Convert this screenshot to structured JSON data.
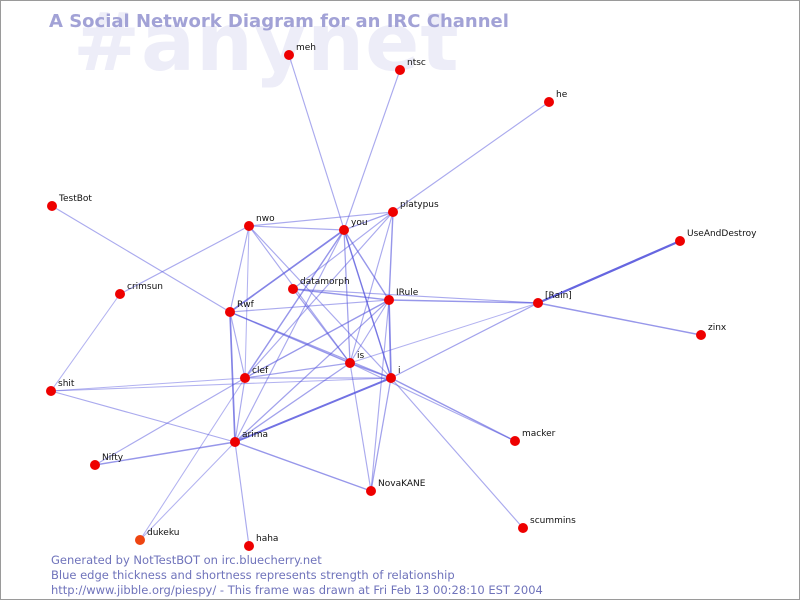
{
  "watermark": "#anynet",
  "title": "A Social Network Diagram for an IRC Channel",
  "footer": {
    "line1": "Generated by NotTestBOT on irc.bluecherry.net",
    "line2": "Blue edge thickness and shortness represents strength of relationship",
    "line3": "http://www.jibble.org/piespy/ - This frame was drawn at Fri Feb 13 00:28:10 EST 2004"
  },
  "colors": {
    "node": "#ee0000",
    "node_alt": "#ee4411",
    "edge": "#5555dd"
  },
  "nodes": [
    {
      "id": "meh",
      "label": "meh"
    },
    {
      "id": "ntsc",
      "label": "ntsc"
    },
    {
      "id": "he",
      "label": "he"
    },
    {
      "id": "TestBot",
      "label": "TestBot"
    },
    {
      "id": "nwo",
      "label": "nwo"
    },
    {
      "id": "you",
      "label": "you"
    },
    {
      "id": "platypus",
      "label": "platypus"
    },
    {
      "id": "UseAndDestroy",
      "label": "UseAndDestroy"
    },
    {
      "id": "crimsun",
      "label": "crimsun"
    },
    {
      "id": "datamorph",
      "label": "datamorph"
    },
    {
      "id": "Rwf",
      "label": "Rwf"
    },
    {
      "id": "IRule",
      "label": "IRule"
    },
    {
      "id": "Rain",
      "label": "[Rain]"
    },
    {
      "id": "zinx",
      "label": "zinx"
    },
    {
      "id": "is",
      "label": "is"
    },
    {
      "id": "shit",
      "label": "shit"
    },
    {
      "id": "clef",
      "label": "clef"
    },
    {
      "id": "i",
      "label": "i"
    },
    {
      "id": "arima",
      "label": "arima"
    },
    {
      "id": "macker",
      "label": "macker"
    },
    {
      "id": "Nifty",
      "label": "Nifty"
    },
    {
      "id": "NovaKANE",
      "label": "NovaKANE"
    },
    {
      "id": "scummins",
      "label": "scummins"
    },
    {
      "id": "dukeku",
      "label": "dukeku",
      "alt": true
    },
    {
      "id": "haha",
      "label": "haha"
    }
  ],
  "edges": [
    {
      "a": "meh",
      "b": "i",
      "w": 1
    },
    {
      "a": "ntsc",
      "b": "you",
      "w": 1
    },
    {
      "a": "he",
      "b": "platypus",
      "w": 1
    },
    {
      "a": "TestBot",
      "b": "Rwf",
      "w": 1
    },
    {
      "a": "UseAndDestroy",
      "b": "Rain",
      "w": 3
    },
    {
      "a": "zinx",
      "b": "Rain",
      "w": 1.5
    },
    {
      "a": "crimsun",
      "b": "nwo",
      "w": 1
    },
    {
      "a": "crimsun",
      "b": "shit",
      "w": 0.8
    },
    {
      "a": "shit",
      "b": "clef",
      "w": 0.8
    },
    {
      "a": "shit",
      "b": "i",
      "w": 0.8
    },
    {
      "a": "nwo",
      "b": "you",
      "w": 1
    },
    {
      "a": "nwo",
      "b": "platypus",
      "w": 1
    },
    {
      "a": "nwo",
      "b": "Rwf",
      "w": 1
    },
    {
      "a": "nwo",
      "b": "clef",
      "w": 0.8
    },
    {
      "a": "nwo",
      "b": "is",
      "w": 1
    },
    {
      "a": "nwo",
      "b": "i",
      "w": 1
    },
    {
      "a": "you",
      "b": "platypus",
      "w": 1.2
    },
    {
      "a": "you",
      "b": "Rwf",
      "w": 2
    },
    {
      "a": "you",
      "b": "is",
      "w": 1.2
    },
    {
      "a": "you",
      "b": "IRule",
      "w": 1.5
    },
    {
      "a": "you",
      "b": "clef",
      "w": 1.5
    },
    {
      "a": "you",
      "b": "i",
      "w": 1.5
    },
    {
      "a": "you",
      "b": "arima",
      "w": 1
    },
    {
      "a": "platypus",
      "b": "IRule",
      "w": 1.5
    },
    {
      "a": "platypus",
      "b": "is",
      "w": 1
    },
    {
      "a": "platypus",
      "b": "clef",
      "w": 1
    },
    {
      "a": "platypus",
      "b": "datamorph",
      "w": 1
    },
    {
      "a": "datamorph",
      "b": "IRule",
      "w": 1.5
    },
    {
      "a": "datamorph",
      "b": "is",
      "w": 1.2
    },
    {
      "a": "datamorph",
      "b": "Rain",
      "w": 1
    },
    {
      "a": "Rwf",
      "b": "IRule",
      "w": 1
    },
    {
      "a": "Rwf",
      "b": "is",
      "w": 1.5
    },
    {
      "a": "Rwf",
      "b": "i",
      "w": 1.2
    },
    {
      "a": "Rwf",
      "b": "arima",
      "w": 2
    },
    {
      "a": "Rwf",
      "b": "clef",
      "w": 1
    },
    {
      "a": "IRule",
      "b": "Rain",
      "w": 1.5
    },
    {
      "a": "IRule",
      "b": "i",
      "w": 2
    },
    {
      "a": "IRule",
      "b": "clef",
      "w": 1.5
    },
    {
      "a": "IRule",
      "b": "is",
      "w": 1
    },
    {
      "a": "IRule",
      "b": "arima",
      "w": 1.2
    },
    {
      "a": "IRule",
      "b": "NovaKANE",
      "w": 1
    },
    {
      "a": "Rain",
      "b": "i",
      "w": 1.2
    },
    {
      "a": "Rain",
      "b": "is",
      "w": 0.8
    },
    {
      "a": "is",
      "b": "i",
      "w": 1.5
    },
    {
      "a": "is",
      "b": "clef",
      "w": 1.2
    },
    {
      "a": "is",
      "b": "arima",
      "w": 1.2
    },
    {
      "a": "is",
      "b": "NovaKANE",
      "w": 1
    },
    {
      "a": "is",
      "b": "macker",
      "w": 1
    },
    {
      "a": "clef",
      "b": "i",
      "w": 1
    },
    {
      "a": "clef",
      "b": "arima",
      "w": 1
    },
    {
      "a": "clef",
      "b": "dukeku",
      "w": 0.8
    },
    {
      "a": "clef",
      "b": "Nifty",
      "w": 1
    },
    {
      "a": "i",
      "b": "arima",
      "w": 2.5
    },
    {
      "a": "i",
      "b": "macker",
      "w": 1.5
    },
    {
      "a": "i",
      "b": "scummins",
      "w": 1
    },
    {
      "a": "i",
      "b": "NovaKANE",
      "w": 1.2
    },
    {
      "a": "arima",
      "b": "Nifty",
      "w": 1.5
    },
    {
      "a": "arima",
      "b": "shit",
      "w": 1
    },
    {
      "a": "arima",
      "b": "NovaKANE",
      "w": 1.5
    },
    {
      "a": "arima",
      "b": "haha",
      "w": 1
    },
    {
      "a": "arima",
      "b": "dukeku",
      "w": 0.8
    }
  ]
}
